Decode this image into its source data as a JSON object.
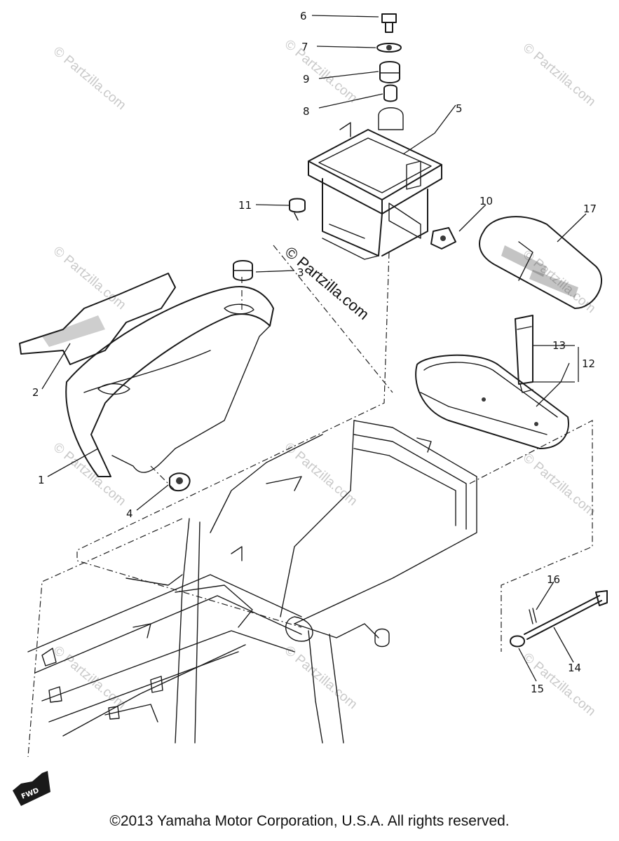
{
  "watermark": "© Partzilla.com",
  "callouts": [
    "1",
    "2",
    "3",
    "4",
    "5",
    "6",
    "7",
    "8",
    "9",
    "10",
    "11",
    "12",
    "13",
    "14",
    "15",
    "16",
    "17"
  ],
  "fwd_label": "FWD",
  "copyright": "©2013  Yamaha Motor Corporation, U.S.A. All rights reserved."
}
